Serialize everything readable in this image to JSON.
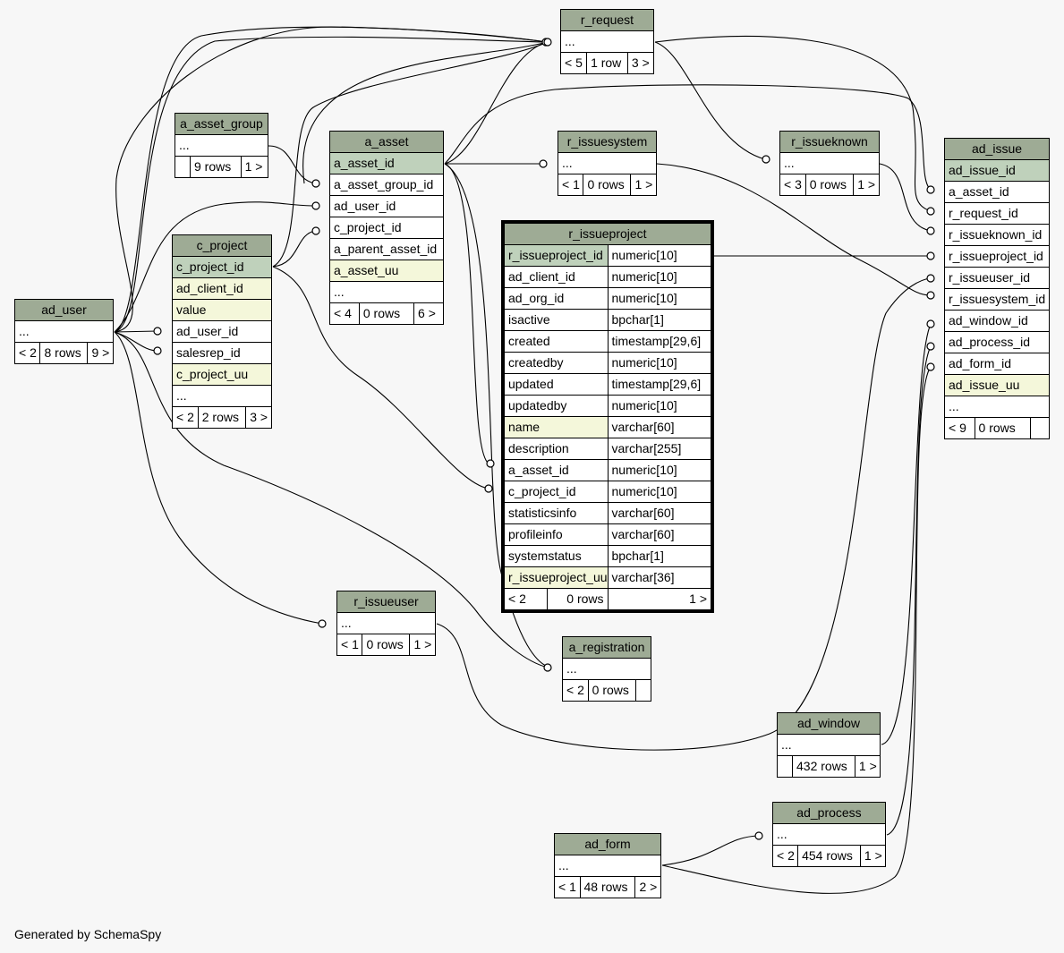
{
  "footer": "Generated by SchemaSpy",
  "tables": {
    "r_request": {
      "name": "r_request",
      "rows": [
        "..."
      ],
      "nav": [
        "< 5",
        "1 row",
        "3 >"
      ]
    },
    "a_asset_group": {
      "name": "a_asset_group",
      "rows": [
        "..."
      ],
      "nav": [
        "",
        "9 rows",
        "1 >"
      ]
    },
    "a_asset": {
      "name": "a_asset",
      "rows": [
        "a_asset_id",
        "a_asset_group_id",
        "ad_user_id",
        "c_project_id",
        "a_parent_asset_id",
        "a_asset_uu",
        "..."
      ],
      "nav": [
        "< 4",
        "0 rows",
        "6 >"
      ]
    },
    "r_issuesystem": {
      "name": "r_issuesystem",
      "rows": [
        "..."
      ],
      "nav": [
        "< 1",
        "0 rows",
        "1 >"
      ]
    },
    "r_issueknown": {
      "name": "r_issueknown",
      "rows": [
        "..."
      ],
      "nav": [
        "< 3",
        "0 rows",
        "1 >"
      ]
    },
    "ad_issue": {
      "name": "ad_issue",
      "rows": [
        "ad_issue_id",
        "a_asset_id",
        "r_request_id",
        "r_issueknown_id",
        "r_issueproject_id",
        "r_issueuser_id",
        "r_issuesystem_id",
        "ad_window_id",
        "ad_process_id",
        "ad_form_id",
        "ad_issue_uu",
        "..."
      ],
      "nav": [
        "< 9",
        "0 rows",
        ""
      ]
    },
    "c_project": {
      "name": "c_project",
      "rows": [
        "c_project_id",
        "ad_client_id",
        "value",
        "ad_user_id",
        "salesrep_id",
        "c_project_uu",
        "..."
      ],
      "nav": [
        "< 2",
        "2 rows",
        "3 >"
      ]
    },
    "ad_user": {
      "name": "ad_user",
      "rows": [
        "..."
      ],
      "nav": [
        "< 2",
        "8 rows",
        "9 >"
      ]
    },
    "r_issueproject": {
      "name": "r_issueproject",
      "columns": [
        {
          "name": "r_issueproject_id",
          "type": "numeric[10]"
        },
        {
          "name": "ad_client_id",
          "type": "numeric[10]"
        },
        {
          "name": "ad_org_id",
          "type": "numeric[10]"
        },
        {
          "name": "isactive",
          "type": "bpchar[1]"
        },
        {
          "name": "created",
          "type": "timestamp[29,6]"
        },
        {
          "name": "createdby",
          "type": "numeric[10]"
        },
        {
          "name": "updated",
          "type": "timestamp[29,6]"
        },
        {
          "name": "updatedby",
          "type": "numeric[10]"
        },
        {
          "name": "name",
          "type": "varchar[60]"
        },
        {
          "name": "description",
          "type": "varchar[255]"
        },
        {
          "name": "a_asset_id",
          "type": "numeric[10]"
        },
        {
          "name": "c_project_id",
          "type": "numeric[10]"
        },
        {
          "name": "statisticsinfo",
          "type": "varchar[60]"
        },
        {
          "name": "profileinfo",
          "type": "varchar[60]"
        },
        {
          "name": "systemstatus",
          "type": "bpchar[1]"
        },
        {
          "name": "r_issueproject_uu",
          "type": "varchar[36]"
        }
      ],
      "nav": [
        "< 2",
        "0 rows",
        "1 >"
      ]
    },
    "r_issueuser": {
      "name": "r_issueuser",
      "rows": [
        "..."
      ],
      "nav": [
        "< 1",
        "0 rows",
        "1 >"
      ]
    },
    "a_registration": {
      "name": "a_registration",
      "rows": [
        "..."
      ],
      "nav": [
        "< 2",
        "0 rows",
        ""
      ]
    },
    "ad_window": {
      "name": "ad_window",
      "rows": [
        "..."
      ],
      "nav": [
        "",
        "432 rows",
        "1 >"
      ]
    },
    "ad_process": {
      "name": "ad_process",
      "rows": [
        "..."
      ],
      "nav": [
        "< 2",
        "454 rows",
        "1 >"
      ]
    },
    "ad_form": {
      "name": "ad_form",
      "rows": [
        "..."
      ],
      "nav": [
        "< 1",
        "48 rows",
        "2 >"
      ]
    }
  },
  "colors": {
    "header": "#9eab95",
    "primary_key": "#bfd1bb",
    "indexed": "#f4f7da",
    "background": "#f7f7f7"
  }
}
